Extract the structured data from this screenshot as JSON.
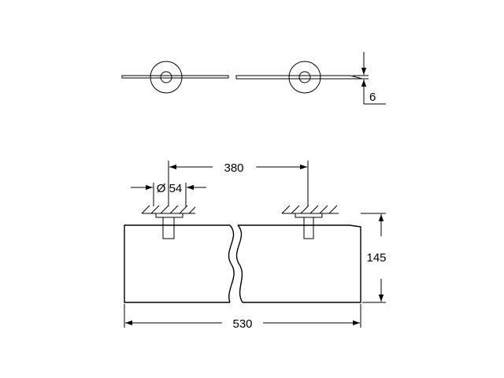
{
  "drawing": {
    "dimensions": {
      "thickness": "6",
      "mount_spacing": "380",
      "rosette_diameter": "Ø 54",
      "depth": "145",
      "overall_width": "530"
    }
  }
}
